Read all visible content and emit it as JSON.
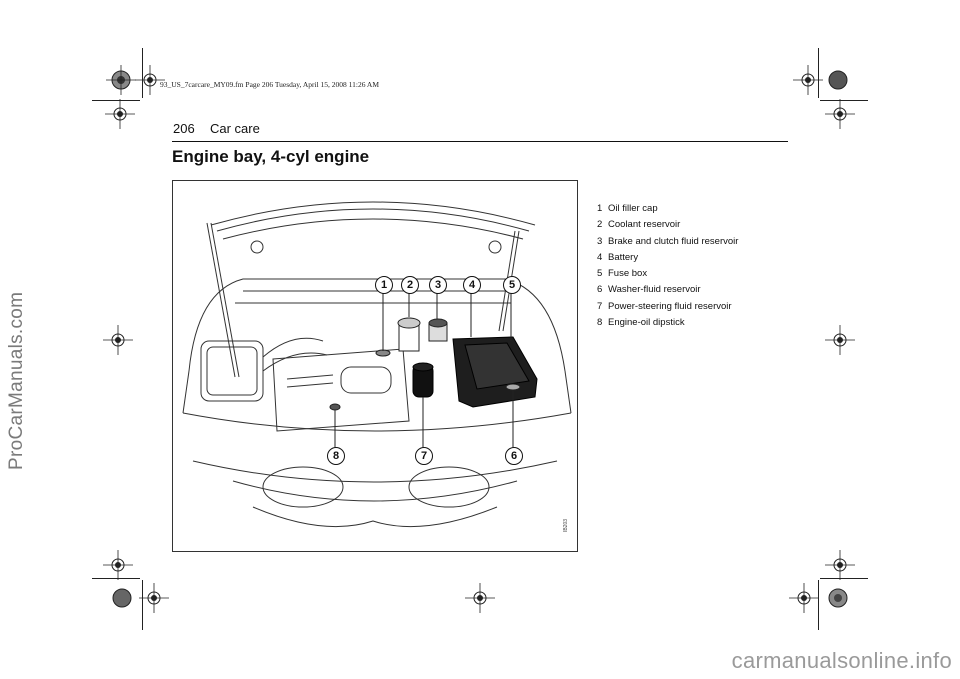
{
  "file_header": "93_US_7carcare_MY09.fm  Page 206  Tuesday, April 15, 2008  11:26 AM",
  "page": {
    "number": "206",
    "section": "Car care"
  },
  "title": "Engine bay, 4-cyl engine",
  "figure": {
    "id": "IB203",
    "callouts": [
      "1",
      "2",
      "3",
      "4",
      "5",
      "6",
      "7",
      "8"
    ]
  },
  "legend": [
    {
      "num": "1",
      "label": "Oil filler cap"
    },
    {
      "num": "2",
      "label": "Coolant reservoir"
    },
    {
      "num": "3",
      "label": "Brake and clutch fluid reservoir"
    },
    {
      "num": "4",
      "label": "Battery"
    },
    {
      "num": "5",
      "label": "Fuse box"
    },
    {
      "num": "6",
      "label": "Washer-fluid reservoir"
    },
    {
      "num": "7",
      "label": "Power-steering fluid reservoir"
    },
    {
      "num": "8",
      "label": "Engine-oil dipstick"
    }
  ],
  "watermarks": {
    "side": "ProCarManuals.com",
    "bottom": "carmanualsonline.info"
  },
  "colors": {
    "text": "#111111",
    "frame": "#333333",
    "watermark_side": "#7a7a7a",
    "watermark_bottom": "#9a9a9a"
  }
}
